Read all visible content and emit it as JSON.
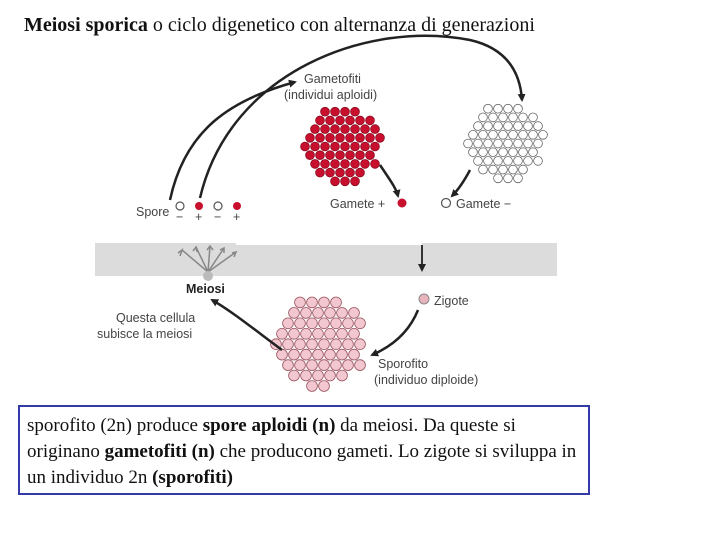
{
  "title": {
    "bold": "Meiosi sporica",
    "rest": " o ciclo digenetico con alternanza di generazioni"
  },
  "diagram": {
    "gametofiti_line1": "Gametofiti",
    "gametofiti_line2": "(individui aploidi)",
    "spore": "Spore",
    "gamete_plus": "Gamete +",
    "gamete_minus": "Gamete −",
    "spore_signs": [
      "−",
      "+",
      "−",
      "+"
    ],
    "meiosi": "Meiosi",
    "cellula_line1": "Questa cellula",
    "cellula_line2": "subisce la meiosi",
    "zigote": "Zigote",
    "sporofito_line1": "Sporofito",
    "sporofito_line2": "(individuo diploide)"
  },
  "caption": {
    "p1": "sporofito (2n) produce ",
    "b1": "spore aploidi (n)",
    "p2": " da meiosi. Da queste si originano ",
    "b2": "gametofiti (n)",
    "p3": " che producono gameti. Lo zigote si sviluppa in un individuo 2n ",
    "b3": "(sporofiti)"
  },
  "colors": {
    "haploid_red": "#c8102e",
    "diploid_pink": "#f2c7cf",
    "band": "#dcdcdc",
    "caption_border": "#3339a8"
  }
}
